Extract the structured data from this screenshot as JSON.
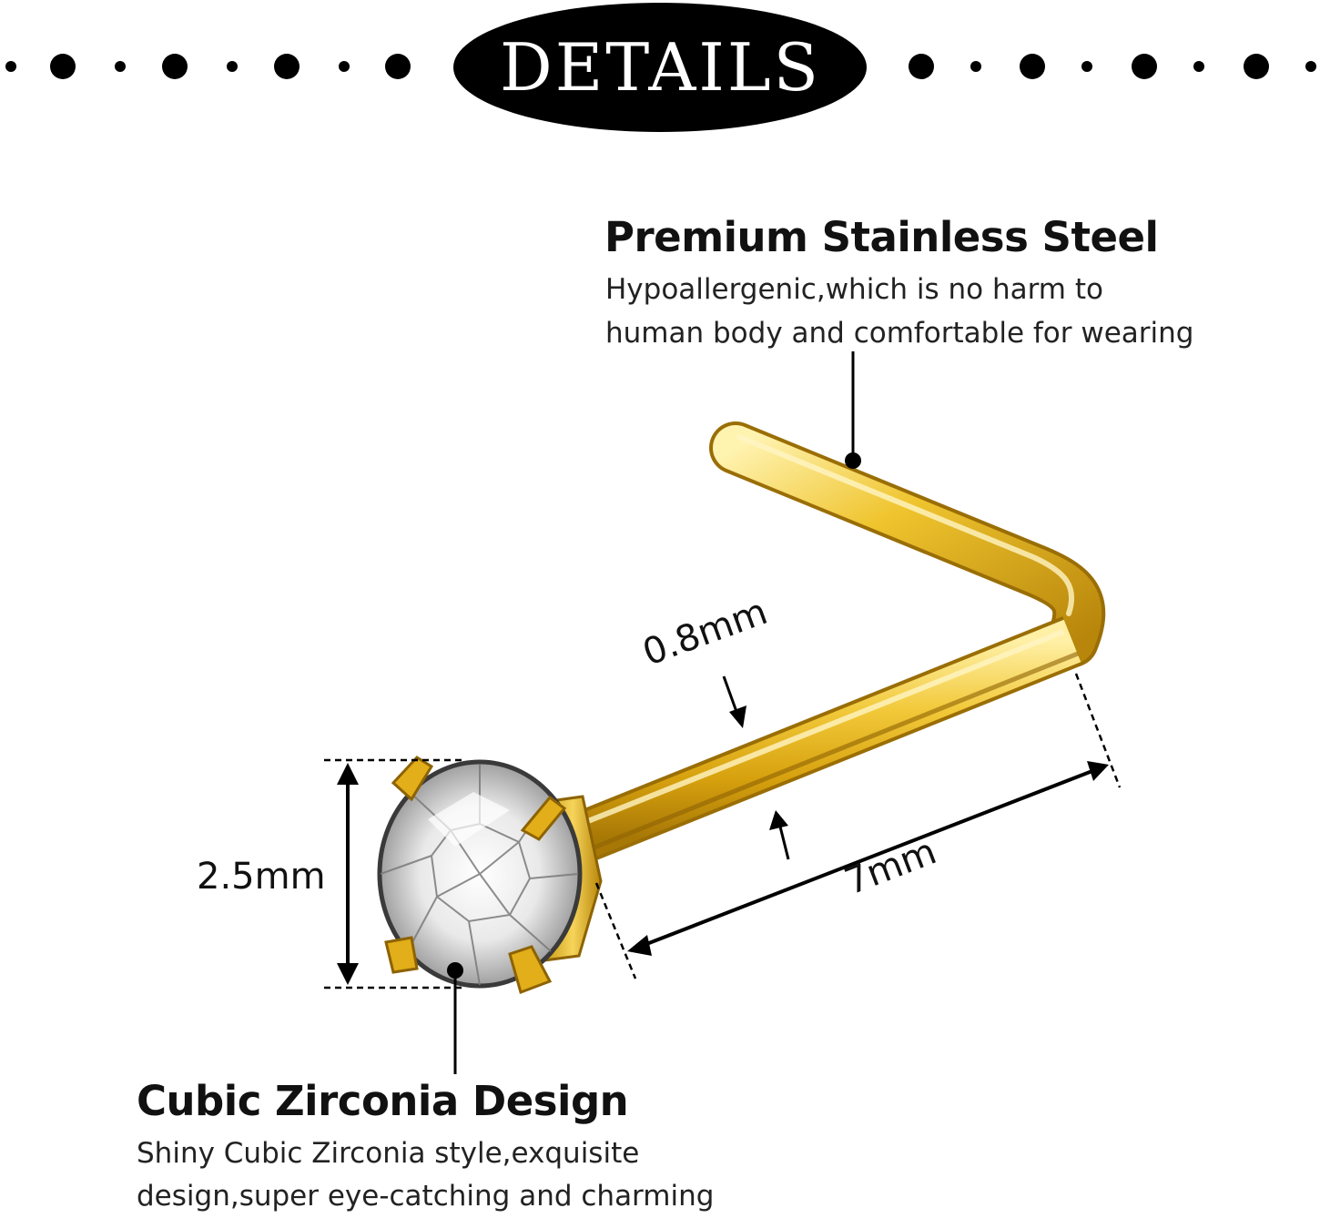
{
  "header": {
    "title": "DETAILS"
  },
  "features": [
    {
      "title": "Premium Stainless Steel",
      "lines": [
        "Hypoallergenic,which is no harm to",
        "human body and comfortable for wearing"
      ]
    },
    {
      "title": "Cubic Zirconia Design",
      "lines": [
        "Shiny Cubic Zirconia style,exquisite",
        "design,super eye-catching and charming"
      ]
    }
  ],
  "dimensions": {
    "gauge": "0.8mm",
    "gem_size": "2.5mm",
    "post_length": "7mm"
  },
  "product": {
    "name": "L-shaped nose stud",
    "metal_color": "#E9B820",
    "stone": "clear cubic zirconia"
  },
  "colors": {
    "banner": "#000000",
    "text": "#111111"
  }
}
